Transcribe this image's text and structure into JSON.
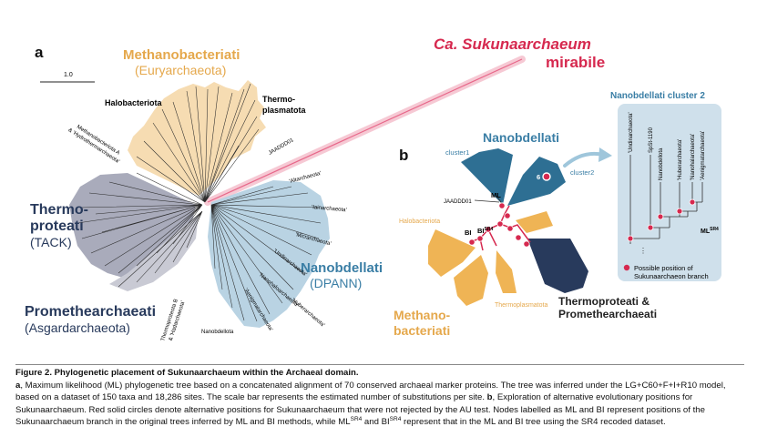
{
  "panel_a": {
    "letter": "a",
    "scale_label": "1.0",
    "groups": {
      "methanobacteriati": "Methanobacteriati",
      "euryarchaeota": "(Euryarchaeota)",
      "halobacteriota": "Halobacteriota",
      "thermoplasmatota_1": "Thermo-",
      "thermoplasmatota_2": "plasmatota",
      "methanobacteriota_1": "Methanobacteriota A",
      "methanobacteriota_2": "& 'Hydrothermarchaeota'",
      "thermoproteati_1": "Thermo-",
      "thermoproteati_2": "proteati",
      "tack": "(TACK)",
      "promethearchaeati": "Promethearchaeati",
      "asgardarchaeota": "(Asgardarchaeota)",
      "thermoproteota_1": "Thermoproteota B",
      "thermoproteota_2": "& 'Hadarchaeota'",
      "nanobdellati": "Nanobdellati",
      "dpann": "(DPANN)",
      "jaadd": "JAADDD01",
      "altarchaeota": "'Altarchaeota'",
      "iainarchaeota": "'Iainarchaeota'",
      "micrarchaeota": "'Micrarchaeota'",
      "undinarchaeota": "'Undinarchaeota'",
      "nanohaloarchaeota": "'Nanohaloarchaeota'",
      "huberarchaeota": "'Huberarchaeota'",
      "aenigmatarchaeota": "'Aenigmatarchaeota'",
      "nanobdellota": "Nanobdellota"
    }
  },
  "callout": {
    "line1": "Ca. Sukunaarchaeum",
    "line2": "mirabile"
  },
  "panel_b": {
    "letter": "b",
    "nanobdellati": "Nanobdellati",
    "cluster1": "cluster1",
    "cluster2": "cluster2",
    "node6": "6",
    "jaadd": "JAADDD01",
    "ml": "ML",
    "bi": "BI",
    "bi_sr4": "BI",
    "sr4": "SR4",
    "halobacteriota": "Halobacteriota",
    "thermoplasmatota": "Thermoplasmatota",
    "methano_1": "Methano-",
    "methano_2": "bacteriati",
    "thermo_1": "Thermoproteati &",
    "thermo_2": "Promethearchaeati"
  },
  "cluster2_box": {
    "title": "Nanobdellati cluster 2",
    "taxa": [
      "'Undinarchaeota'",
      "SpSt-1190",
      "Nanobdellota",
      "'Huberarchaeota'",
      "'Nanohalarchaeota'",
      "'Aenigmatarchaeota'"
    ],
    "ml_sr4_base": "ML",
    "ml_sr4_sup": "SR4",
    "legend": [
      "Possible position of",
      "Sukunaarchaeon branch"
    ]
  },
  "caption": {
    "title": "Figure 2. Phylogenetic placement of Sukunaarchaeum within the Archaeal domain.",
    "a_letter": "a",
    "a_text": ", Maximum likelihood (ML) phylogenetic tree based on a concatenated alignment of 70 conserved archaeal marker proteins.  The tree was inferred under the LG+C60+F+I+R10 model, based on a dataset of 150 taxa and 18,286 sites.  The scale bar represents the estimated number of substitutions per site. ",
    "b_letter": "b",
    "b_text": ", Exploration of alternative evolutionary positions for Sukunaarchaeum.  Red solid circles denote alternative positions for Sukunaarchaeum that were not rejected by the AU test.  Nodes labelled as ML and BI represent positions of the Sukunaarchaeum branch in the original trees inferred by ML and BI methods, while ML",
    "sup1": "SR4",
    "and_text": " and BI",
    "sup2": "SR4",
    "end_text": " represent that in the ML and BI tree using the SR4 recoded dataset."
  },
  "colors": {
    "euryarchaeota_fill": "#f6dcb2",
    "tack_fill": "#a9abbb",
    "dpann_fill": "#b9d3e3",
    "nanobdellati_text": "#3a7ea5",
    "dark_navy": "#283a5c",
    "sukuna_red": "#d6294f",
    "orange_wedge": "#efb455",
    "teal_wedge": "#2e6f93",
    "cluster_box": "#cfe0eb"
  }
}
